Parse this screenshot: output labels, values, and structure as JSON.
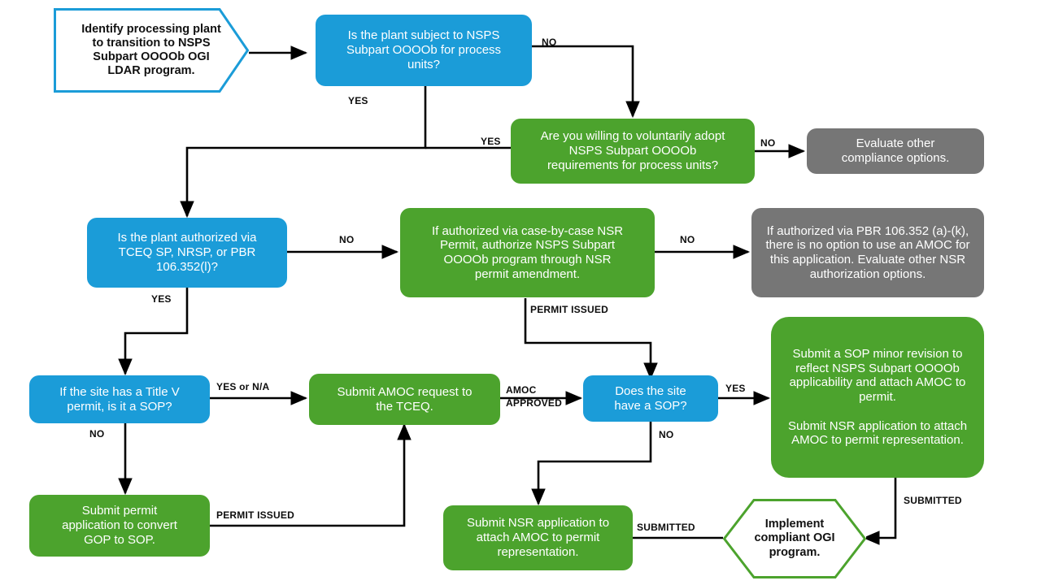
{
  "diagram": {
    "title": "NSPS Subpart OOOOb OGI LDAR transition decision flowchart",
    "colors": {
      "blue": "#1B9CD8",
      "green": "#4CA32D",
      "gray": "#767676",
      "start_outline": "#1B9CD8",
      "end_outline": "#4CA32D",
      "connector": "#000000",
      "text_on_fill": "#ffffff",
      "text_on_white": "#111111"
    },
    "nodes": [
      {
        "id": "start",
        "name": "start-identify-plant",
        "shape": "pentagon-arrow",
        "style": "start",
        "text": "Identify processing plant\nto transition to NSPS\nSubpart OOOOb OGI\nLDAR program."
      },
      {
        "id": "d1",
        "name": "decision-plant-subject-to-nsps",
        "shape": "rounded-rect",
        "style": "blue",
        "text": "Is the plant subject to NSPS\nSubpart OOOOb for process\nunits?"
      },
      {
        "id": "p1",
        "name": "process-voluntary-adopt",
        "shape": "rounded-rect",
        "style": "green",
        "text": "Are you willing to voluntarily adopt\nNSPS Subpart OOOOb\nrequirements for process units?"
      },
      {
        "id": "t1",
        "name": "terminal-evaluate-other-compliance",
        "shape": "rounded-rect",
        "style": "gray",
        "text": "Evaluate other\ncompliance options."
      },
      {
        "id": "d2",
        "name": "decision-plant-authorized-via",
        "shape": "rounded-rect",
        "style": "blue",
        "text": "Is the plant authorized via\nTCEQ SP, NRSP, or PBR\n106.352(l)?"
      },
      {
        "id": "p2",
        "name": "process-case-by-case-nsr-amendment",
        "shape": "rounded-rect",
        "style": "green",
        "text": "If authorized via case-by-case NSR\nPermit, authorize NSPS Subpart\nOOOOb program through NSR\npermit amendment."
      },
      {
        "id": "t2",
        "name": "terminal-pbr-no-amoc-option",
        "shape": "rounded-rect",
        "style": "gray",
        "text": "If authorized via PBR 106.352 (a)-(k),\nthere is no option to use an AMOC for\nthis application. Evaluate other NSR\nauthorization options."
      },
      {
        "id": "d3",
        "name": "decision-title-v-permit-sop",
        "shape": "rounded-rect",
        "style": "blue",
        "text": "If the site has a Title  V\npermit, is it a SOP?"
      },
      {
        "id": "p3",
        "name": "process-submit-amoc-request",
        "shape": "rounded-rect",
        "style": "green",
        "text": "Submit AMOC request to\nthe TCEQ."
      },
      {
        "id": "d4",
        "name": "decision-site-has-sop",
        "shape": "rounded-rect",
        "style": "blue",
        "text": "Does the site\nhave a SOP?"
      },
      {
        "id": "p4",
        "name": "process-sop-minor-revision",
        "shape": "rounded-rect",
        "style": "green",
        "text": "Submit a SOP minor revision to\nreflect NSPS Subpart OOOOb\napplicability and attach AMOC to\npermit.\n\nSubmit NSR application to attach\nAMOC to permit representation."
      },
      {
        "id": "p5",
        "name": "process-convert-gop-to-sop",
        "shape": "rounded-rect",
        "style": "green",
        "text": "Submit permit\napplication to convert\nGOP to SOP."
      },
      {
        "id": "p6",
        "name": "process-submit-nsr-attach-amoc",
        "shape": "rounded-rect",
        "style": "green",
        "text": "Submit NSR application to\nattach AMOC to permit\nrepresentation."
      },
      {
        "id": "end",
        "name": "end-implement-ogi-program",
        "shape": "hexagon",
        "style": "end",
        "text": "Implement\ncompliant OGI\nprogram."
      }
    ],
    "edge_labels": [
      {
        "id": "e1",
        "name": "edge-label-no-to-voluntary",
        "text": "NO"
      },
      {
        "id": "e2",
        "name": "edge-label-yes-from-subject",
        "text": "YES"
      },
      {
        "id": "e3",
        "name": "edge-label-yes-from-voluntary",
        "text": "YES"
      },
      {
        "id": "e4",
        "name": "edge-label-no-to-evaluate-other",
        "text": "NO"
      },
      {
        "id": "e5",
        "name": "edge-label-no-to-case-by-case",
        "text": "NO"
      },
      {
        "id": "e6",
        "name": "edge-label-no-to-pbr-terminal",
        "text": "NO"
      },
      {
        "id": "e7",
        "name": "edge-label-yes-to-title-v",
        "text": "YES"
      },
      {
        "id": "e8",
        "name": "edge-label-permit-issued-upper",
        "text": "PERMIT ISSUED"
      },
      {
        "id": "e9",
        "name": "edge-label-yes-or-na",
        "text": "YES or N/A"
      },
      {
        "id": "e10",
        "name": "edge-label-no-from-title-v",
        "text": "NO"
      },
      {
        "id": "e11",
        "name": "edge-label-amoc-approved",
        "text": "AMOC\nAPPROVED"
      },
      {
        "id": "e12",
        "name": "edge-label-yes-to-sop-revision",
        "text": "YES"
      },
      {
        "id": "e13",
        "name": "edge-label-no-from-site-sop",
        "text": "NO"
      },
      {
        "id": "e14",
        "name": "edge-label-permit-issued-lower",
        "text": "PERMIT ISSUED"
      },
      {
        "id": "e15",
        "name": "edge-label-submitted-to-end",
        "text": "SUBMITTED"
      },
      {
        "id": "e16",
        "name": "edge-label-submitted-right",
        "text": "SUBMITTED"
      }
    ]
  }
}
